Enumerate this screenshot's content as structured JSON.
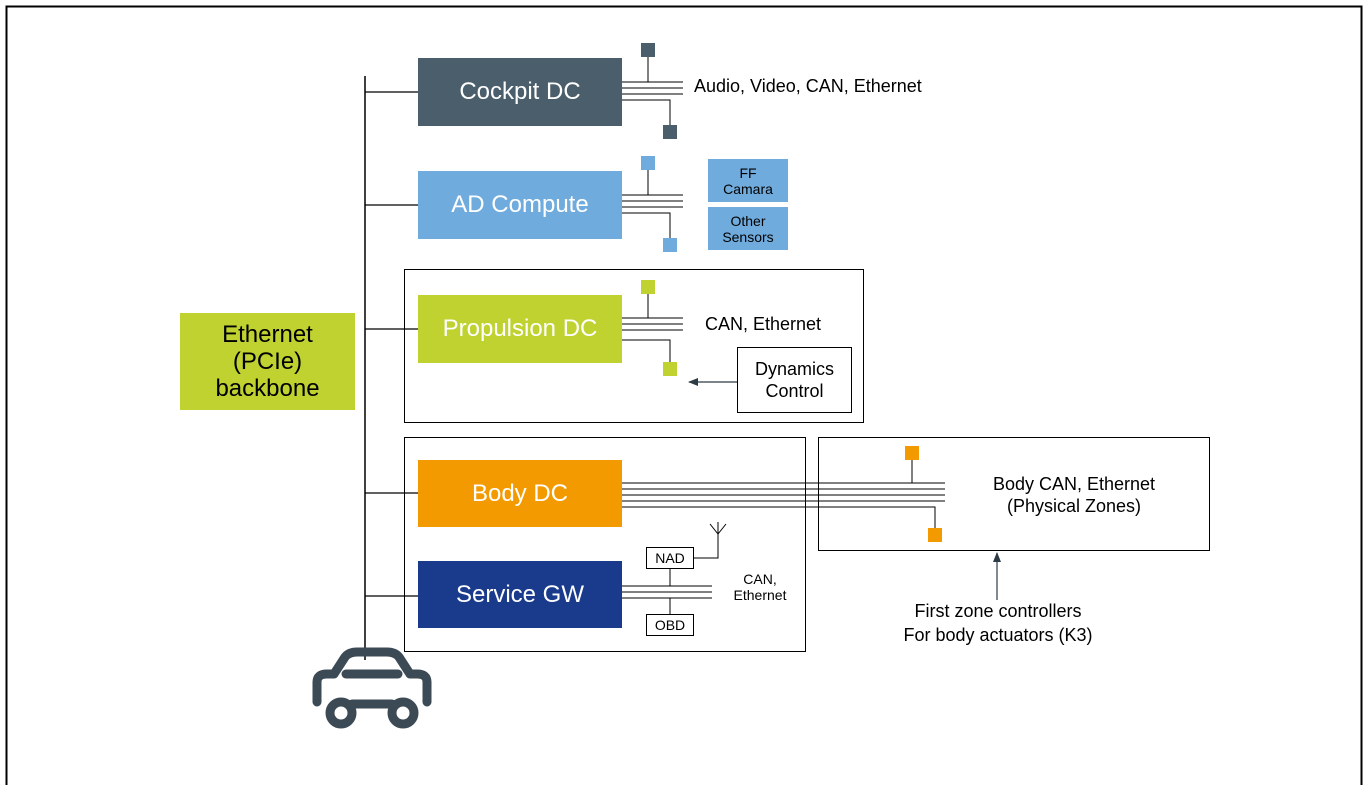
{
  "colors": {
    "cockpit": "#4a5f6b",
    "ad": "#6fabdc",
    "propulsion": "#bfd230",
    "body": "#f39a00",
    "service": "#1a3b8c",
    "backbone": "#bfd230",
    "car": "#3b4a55"
  },
  "backbone": {
    "line1": "Ethernet",
    "line2": "(PCIe)",
    "line3": "backbone"
  },
  "cockpit": {
    "title": "Cockpit DC",
    "io": "Audio, Video, CAN, Ethernet"
  },
  "ad": {
    "title": "AD Compute",
    "ff_line1": "FF",
    "ff_line2": "Camara",
    "other_line1": "Other",
    "other_line2": "Sensors"
  },
  "propulsion": {
    "title": "Propulsion DC",
    "io": "CAN, Ethernet",
    "dyn_line1": "Dynamics",
    "dyn_line2": "Control"
  },
  "body": {
    "title": "Body DC",
    "io_line1": "Body CAN, Ethernet",
    "io_line2": "(Physical Zones)"
  },
  "service": {
    "title": "Service GW",
    "nad": "NAD",
    "obd": "OBD",
    "io_line1": "CAN,",
    "io_line2": "Ethernet"
  },
  "zone_note": {
    "line1": "First zone controllers",
    "line2": "For body actuators (K3)"
  },
  "icons": {
    "vehicle": "car-icon",
    "antenna": "antenna-icon"
  }
}
